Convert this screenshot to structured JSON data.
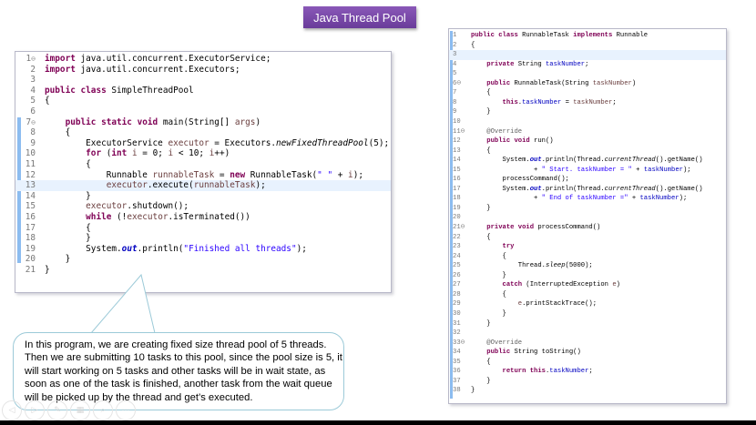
{
  "title": "Java Thread Pool",
  "left_editor": {
    "file": "SimpleThreadPool",
    "lines": [
      {
        "n": "1",
        "fold": true,
        "segs": [
          [
            "kw",
            "import"
          ],
          [
            "",
            "java.util.concurrent.ExecutorService;"
          ]
        ]
      },
      {
        "n": "2",
        "segs": [
          [
            "kw",
            "import"
          ],
          [
            "",
            "java.util.concurrent.Executors;"
          ]
        ]
      },
      {
        "n": "3",
        "segs": []
      },
      {
        "n": "4",
        "segs": [
          [
            "kw",
            "public class"
          ],
          [
            "",
            "SimpleThreadPool"
          ]
        ]
      },
      {
        "n": "5",
        "segs": [
          [
            "",
            "{"
          ]
        ]
      },
      {
        "n": "6",
        "segs": []
      },
      {
        "n": "7",
        "fold": true,
        "segs": [
          [
            "",
            "    "
          ],
          [
            "kw",
            "public static void"
          ],
          [
            "",
            "main(String[] "
          ],
          [
            "param",
            "args"
          ],
          [
            "",
            ")"
          ]
        ]
      },
      {
        "n": "8",
        "segs": [
          [
            "",
            "    {"
          ]
        ]
      },
      {
        "n": "9",
        "segs": [
          [
            "",
            "        ExecutorService "
          ],
          [
            "param",
            "executor"
          ],
          [
            "",
            " = Executors."
          ],
          [
            "ital",
            "newFixedThreadPool"
          ],
          [
            "",
            "(5);"
          ]
        ]
      },
      {
        "n": "10",
        "segs": [
          [
            "",
            "        "
          ],
          [
            "kw",
            "for"
          ],
          [
            "",
            " ("
          ],
          [
            "kw",
            "int"
          ],
          [
            "",
            " "
          ],
          [
            "param",
            "i"
          ],
          [
            "",
            " = 0; "
          ],
          [
            "param",
            "i"
          ],
          [
            "",
            " < 10; "
          ],
          [
            "param",
            "i"
          ],
          [
            "",
            "++)"
          ]
        ]
      },
      {
        "n": "11",
        "segs": [
          [
            "",
            "        {"
          ]
        ]
      },
      {
        "n": "12",
        "segs": [
          [
            "",
            "            Runnable "
          ],
          [
            "param",
            "runnableTask"
          ],
          [
            "",
            " = "
          ],
          [
            "kw",
            "new"
          ],
          [
            "",
            " RunnableTask("
          ],
          [
            "str",
            "\" \""
          ],
          [
            "",
            " + "
          ],
          [
            "param",
            "i"
          ],
          [
            "",
            ");"
          ]
        ]
      },
      {
        "n": "13",
        "hl": true,
        "segs": [
          [
            "",
            "            "
          ],
          [
            "param",
            "executor"
          ],
          [
            "",
            ".execute("
          ],
          [
            "param",
            "runnableTask"
          ],
          [
            "",
            ");"
          ]
        ]
      },
      {
        "n": "14",
        "segs": [
          [
            "",
            "        }"
          ]
        ]
      },
      {
        "n": "15",
        "segs": [
          [
            "",
            "        "
          ],
          [
            "param",
            "executor"
          ],
          [
            "",
            ".shutdown();"
          ]
        ]
      },
      {
        "n": "16",
        "segs": [
          [
            "",
            "        "
          ],
          [
            "kw",
            "while"
          ],
          [
            "",
            " (!"
          ],
          [
            "param",
            "executor"
          ],
          [
            "",
            ".isTerminated())"
          ]
        ]
      },
      {
        "n": "17",
        "segs": [
          [
            "",
            "        {"
          ]
        ]
      },
      {
        "n": "18",
        "segs": [
          [
            "",
            "        }"
          ]
        ]
      },
      {
        "n": "19",
        "segs": [
          [
            "",
            "        System."
          ],
          [
            "stat",
            "out"
          ],
          [
            "",
            ".println("
          ],
          [
            "str",
            "\"Finished all threads\""
          ],
          [
            "",
            ");"
          ]
        ]
      },
      {
        "n": "20",
        "segs": [
          [
            "",
            "    }"
          ]
        ]
      },
      {
        "n": "21",
        "segs": [
          [
            "",
            "}"
          ]
        ]
      }
    ]
  },
  "right_editor": {
    "file": "RunnableTask",
    "lines": [
      {
        "n": "1",
        "segs": [
          [
            "kw",
            "public class"
          ],
          [
            "",
            " RunnableTask "
          ],
          [
            "kw",
            "implements"
          ],
          [
            "",
            " Runnable"
          ]
        ]
      },
      {
        "n": "2",
        "segs": [
          [
            "",
            "{"
          ]
        ]
      },
      {
        "n": "3",
        "hl": true,
        "segs": []
      },
      {
        "n": "4",
        "segs": [
          [
            "",
            "    "
          ],
          [
            "kw",
            "private"
          ],
          [
            "",
            " String "
          ],
          [
            "var",
            "taskNumber"
          ],
          [
            "",
            ";"
          ]
        ]
      },
      {
        "n": "5",
        "segs": []
      },
      {
        "n": "6",
        "fold": true,
        "segs": [
          [
            "",
            "    "
          ],
          [
            "kw",
            "public"
          ],
          [
            "",
            " RunnableTask(String "
          ],
          [
            "param",
            "taskNumber"
          ],
          [
            "",
            ")"
          ]
        ]
      },
      {
        "n": "7",
        "segs": [
          [
            "",
            "    {"
          ]
        ]
      },
      {
        "n": "8",
        "segs": [
          [
            "",
            "        "
          ],
          [
            "kw",
            "this"
          ],
          [
            "",
            "."
          ],
          [
            "var",
            "taskNumber"
          ],
          [
            "",
            " = "
          ],
          [
            "param",
            "taskNumber"
          ],
          [
            "",
            ";"
          ]
        ]
      },
      {
        "n": "9",
        "segs": [
          [
            "",
            "    }"
          ]
        ]
      },
      {
        "n": "10",
        "segs": []
      },
      {
        "n": "11",
        "fold": true,
        "segs": [
          [
            "",
            "    "
          ],
          [
            "ann",
            "@Override"
          ]
        ]
      },
      {
        "n": "12",
        "segs": [
          [
            "",
            "    "
          ],
          [
            "kw",
            "public void"
          ],
          [
            "",
            " run()"
          ]
        ]
      },
      {
        "n": "13",
        "segs": [
          [
            "",
            "    {"
          ]
        ]
      },
      {
        "n": "14",
        "segs": [
          [
            "",
            "        System."
          ],
          [
            "stat",
            "out"
          ],
          [
            "",
            ".println(Thread."
          ],
          [
            "ital",
            "currentThread"
          ],
          [
            "",
            "().getName()"
          ]
        ]
      },
      {
        "n": "15",
        "segs": [
          [
            "",
            "                + "
          ],
          [
            "str",
            "\" Start. taskNumber = \""
          ],
          [
            "",
            " + "
          ],
          [
            "var",
            "taskNumber"
          ],
          [
            "",
            ");"
          ]
        ]
      },
      {
        "n": "16",
        "segs": [
          [
            "",
            "        processCommand();"
          ]
        ]
      },
      {
        "n": "17",
        "segs": [
          [
            "",
            "        System."
          ],
          [
            "stat",
            "out"
          ],
          [
            "",
            ".println(Thread."
          ],
          [
            "ital",
            "currentThread"
          ],
          [
            "",
            "().getName()"
          ]
        ]
      },
      {
        "n": "18",
        "segs": [
          [
            "",
            "                + "
          ],
          [
            "str",
            "\" End of taskNumber =\""
          ],
          [
            "",
            " + "
          ],
          [
            "var",
            "taskNumber"
          ],
          [
            "",
            ");"
          ]
        ]
      },
      {
        "n": "19",
        "segs": [
          [
            "",
            "    }"
          ]
        ]
      },
      {
        "n": "20",
        "segs": []
      },
      {
        "n": "21",
        "fold": true,
        "segs": [
          [
            "",
            "    "
          ],
          [
            "kw",
            "private void"
          ],
          [
            "",
            " processCommand()"
          ]
        ]
      },
      {
        "n": "22",
        "segs": [
          [
            "",
            "    {"
          ]
        ]
      },
      {
        "n": "23",
        "segs": [
          [
            "",
            "        "
          ],
          [
            "kw",
            "try"
          ]
        ]
      },
      {
        "n": "24",
        "segs": [
          [
            "",
            "        {"
          ]
        ]
      },
      {
        "n": "25",
        "segs": [
          [
            "",
            "            Thread."
          ],
          [
            "ital",
            "sleep"
          ],
          [
            "",
            "(5000);"
          ]
        ]
      },
      {
        "n": "26",
        "segs": [
          [
            "",
            "        }"
          ]
        ]
      },
      {
        "n": "27",
        "segs": [
          [
            "",
            "        "
          ],
          [
            "kw",
            "catch"
          ],
          [
            "",
            " (InterruptedException "
          ],
          [
            "param",
            "e"
          ],
          [
            "",
            ")"
          ]
        ]
      },
      {
        "n": "28",
        "segs": [
          [
            "",
            "        {"
          ]
        ]
      },
      {
        "n": "29",
        "segs": [
          [
            "",
            "            "
          ],
          [
            "param",
            "e"
          ],
          [
            "",
            ".printStackTrace();"
          ]
        ]
      },
      {
        "n": "30",
        "segs": [
          [
            "",
            "        }"
          ]
        ]
      },
      {
        "n": "31",
        "segs": [
          [
            "",
            "    }"
          ]
        ]
      },
      {
        "n": "32",
        "segs": []
      },
      {
        "n": "33",
        "fold": true,
        "segs": [
          [
            "",
            "    "
          ],
          [
            "ann",
            "@Override"
          ]
        ]
      },
      {
        "n": "34",
        "segs": [
          [
            "",
            "    "
          ],
          [
            "kw",
            "public"
          ],
          [
            "",
            " String toString()"
          ]
        ]
      },
      {
        "n": "35",
        "segs": [
          [
            "",
            "    {"
          ]
        ]
      },
      {
        "n": "36",
        "segs": [
          [
            "",
            "        "
          ],
          [
            "kw",
            "return this"
          ],
          [
            "",
            "."
          ],
          [
            "var",
            "taskNumber"
          ],
          [
            "",
            ";"
          ]
        ]
      },
      {
        "n": "37",
        "segs": [
          [
            "",
            "    }"
          ]
        ]
      },
      {
        "n": "38",
        "segs": [
          [
            "",
            "}"
          ]
        ]
      }
    ]
  },
  "callout": {
    "lines": [
      "In this  program, we are creating fixed size thread pool of 5 threads.",
      "Then we are submitting 10 tasks to this pool, since the pool size is 5, it",
      "will start working on 5 tasks and other tasks will be in wait state, as",
      "soon as one of the task is finished, another task from the wait queue",
      "will be picked up by the thread and get’s executed."
    ]
  },
  "slideshow_controls": [
    {
      "name": "previous-slide",
      "glyph": "◁"
    },
    {
      "name": "next-slide",
      "glyph": "▷"
    },
    {
      "name": "pen-tool",
      "glyph": "✎"
    },
    {
      "name": "see-all-slides",
      "glyph": "▦"
    },
    {
      "name": "zoom-slide",
      "glyph": "⌕"
    },
    {
      "name": "more-options",
      "glyph": "⋯"
    }
  ]
}
